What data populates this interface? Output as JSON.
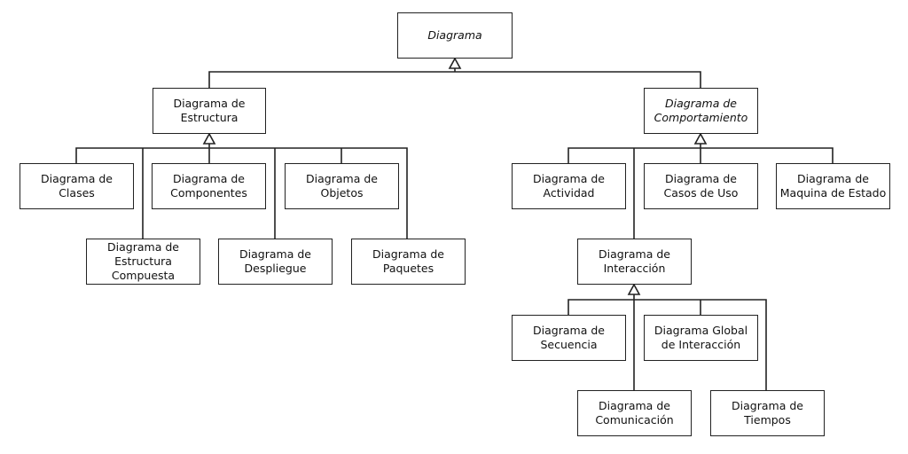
{
  "diagram": {
    "nodes": {
      "root": {
        "label": "Diagrama",
        "abstract": true
      },
      "estructura": {
        "label": "Diagrama de\nEstructura",
        "abstract": false
      },
      "comportamiento": {
        "label": "Diagrama de\nComportamiento",
        "abstract": true
      },
      "clases": {
        "label": "Diagrama de\nClases"
      },
      "componentes": {
        "label": "Diagrama de\nComponentes"
      },
      "objetos": {
        "label": "Diagrama de\nObjetos"
      },
      "compuesta": {
        "label": "Diagrama de\nEstructura\nCompuesta"
      },
      "despliegue": {
        "label": "Diagrama de\nDespliegue"
      },
      "paquetes": {
        "label": "Diagrama de\nPaquetes"
      },
      "actividad": {
        "label": "Diagrama de\nActividad"
      },
      "casos_uso": {
        "label": "Diagrama de\nCasos de Uso"
      },
      "maquina_estado": {
        "label": "Diagrama de\nMaquina de Estado"
      },
      "interaccion": {
        "label": "Diagrama de\nInteracción"
      },
      "secuencia": {
        "label": "Diagrama de\nSecuencia"
      },
      "global_interaccion": {
        "label": "Diagrama Global\nde Interacción"
      },
      "comunicacion": {
        "label": "Diagrama de\nComunicación"
      },
      "tiempos": {
        "label": "Diagrama de\nTiempos"
      }
    },
    "generalizations": [
      {
        "parent": "root",
        "children": [
          "estructura",
          "comportamiento"
        ]
      },
      {
        "parent": "estructura",
        "children": [
          "clases",
          "componentes",
          "objetos",
          "compuesta",
          "despliegue",
          "paquetes"
        ]
      },
      {
        "parent": "comportamiento",
        "children": [
          "actividad",
          "casos_uso",
          "maquina_estado",
          "interaccion"
        ]
      },
      {
        "parent": "interaccion",
        "children": [
          "secuencia",
          "global_interaccion",
          "comunicacion",
          "tiempos"
        ]
      }
    ]
  }
}
